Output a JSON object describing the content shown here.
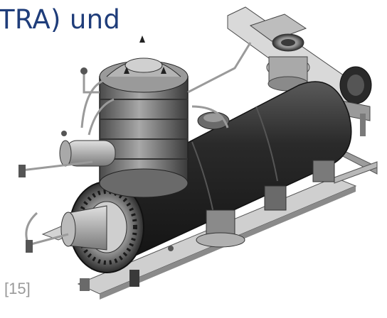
{
  "slide": {
    "title_fragment": "TRA) und",
    "citation": "[15]"
  },
  "illustration": {
    "icon": "reactor-vessel-render",
    "colors": {
      "title": "#1f3d7a",
      "citation": "#9a9a9a",
      "metal_dark": "#2b2b2b",
      "metal_mid": "#6e6e6e",
      "metal_light": "#c9c9c9"
    }
  }
}
